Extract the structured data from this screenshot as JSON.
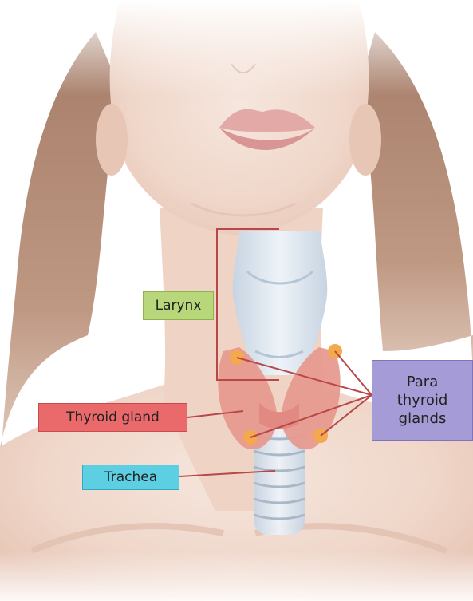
{
  "labels": {
    "larynx": "Larynx",
    "thyroid": "Thyroid gland",
    "trachea": "Trachea",
    "parathyroid": [
      "Para",
      "thyroid",
      "glands"
    ]
  },
  "colors": {
    "larynx": "#b8d67a",
    "thyroid": "#ea6a6c",
    "trachea": "#5ccfe3",
    "parathyroid": "#a59bd6",
    "leader_line": "#b8474a",
    "parathyroid_dot": "#f4a94c",
    "skin": "#f2dcd0",
    "hair": "#a77d66",
    "cartilage": "#d7e3ef"
  }
}
